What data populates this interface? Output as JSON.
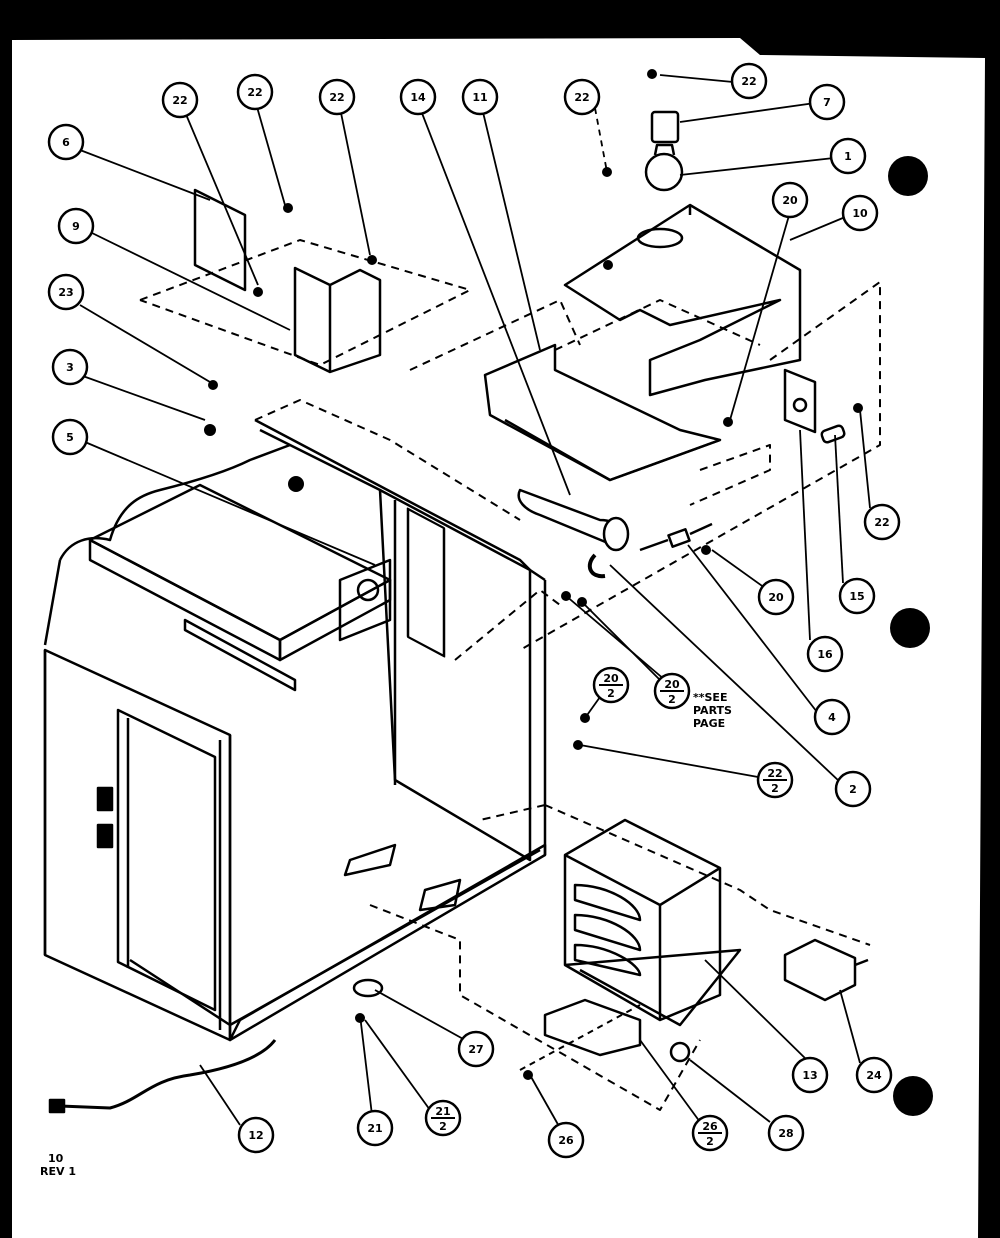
{
  "diagram": {
    "callouts": [
      {
        "id": "c-6",
        "label": "6"
      },
      {
        "id": "c-9",
        "label": "9"
      },
      {
        "id": "c-23",
        "label": "23"
      },
      {
        "id": "c-3",
        "label": "3"
      },
      {
        "id": "c-5",
        "label": "5"
      },
      {
        "id": "c-22a",
        "label": "22"
      },
      {
        "id": "c-22b",
        "label": "22"
      },
      {
        "id": "c-22c",
        "label": "22"
      },
      {
        "id": "c-14",
        "label": "14"
      },
      {
        "id": "c-11",
        "label": "11"
      },
      {
        "id": "c-22d",
        "label": "22"
      },
      {
        "id": "c-22e",
        "label": "22"
      },
      {
        "id": "c-7",
        "label": "7"
      },
      {
        "id": "c-1",
        "label": "1"
      },
      {
        "id": "c-20a",
        "label": "20"
      },
      {
        "id": "c-10",
        "label": "10"
      },
      {
        "id": "c-22f",
        "label": "22"
      },
      {
        "id": "c-15",
        "label": "15"
      },
      {
        "id": "c-20b",
        "label": "20"
      },
      {
        "id": "c-16",
        "label": "16"
      },
      {
        "id": "c-4",
        "label": "4"
      },
      {
        "id": "c-2",
        "label": "2"
      },
      {
        "id": "c-13",
        "label": "13"
      },
      {
        "id": "c-24",
        "label": "24"
      },
      {
        "id": "c-28",
        "label": "28"
      },
      {
        "id": "c-27",
        "label": "27"
      },
      {
        "id": "c-21",
        "label": "21"
      },
      {
        "id": "c-26",
        "label": "26"
      },
      {
        "id": "c-12",
        "label": "12"
      }
    ],
    "fraction_callouts": [
      {
        "id": "f-20-2a",
        "top": "20",
        "bottom": "2"
      },
      {
        "id": "f-20-2b",
        "top": "20",
        "bottom": "2"
      },
      {
        "id": "f-22-2",
        "top": "22",
        "bottom": "2"
      },
      {
        "id": "f-21-2",
        "top": "21",
        "bottom": "2"
      },
      {
        "id": "f-26-2",
        "top": "26",
        "bottom": "2"
      }
    ],
    "see_parts_note": [
      "**SEE",
      "PARTS",
      "PAGE"
    ],
    "page_number": "10",
    "revision": "REV 1",
    "colors": {
      "ink": "#000000",
      "paper": "#ffffff",
      "border": "#000000"
    }
  }
}
